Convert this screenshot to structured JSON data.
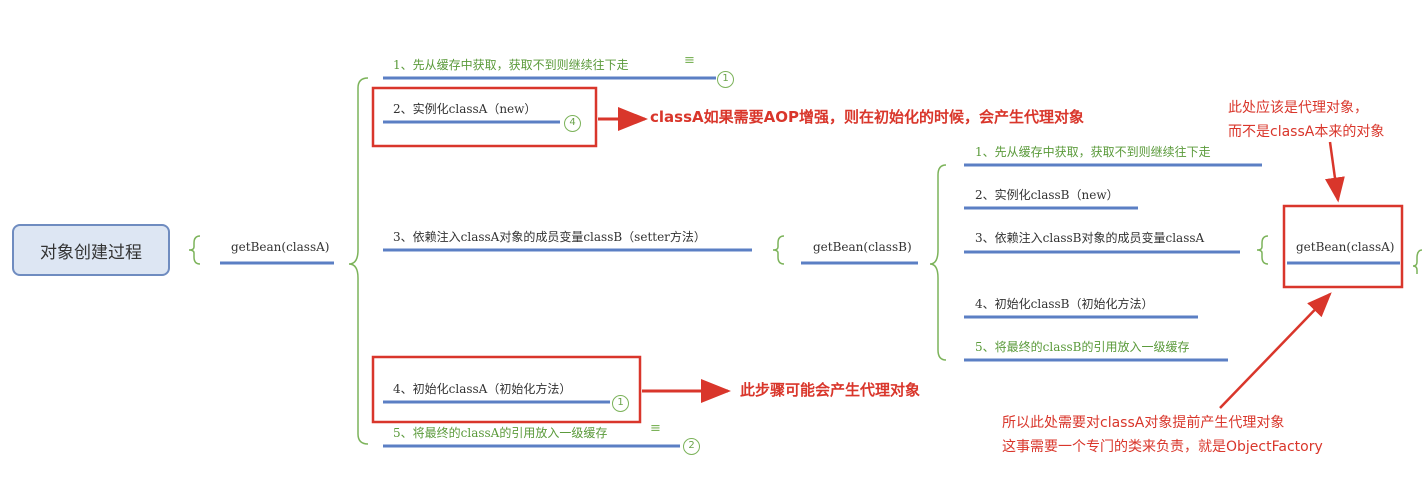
{
  "root": {
    "label": "对象创建过程"
  },
  "level1": {
    "label": "getBean(classA)"
  },
  "stepsA": [
    {
      "label": "1、先从缓存中获取，获取不到则继续往下走",
      "badge": "1",
      "note": true
    },
    {
      "label": "2、实例化classA（new）",
      "badge": "4"
    },
    {
      "label": "3、依赖注入classA对象的成员变量classB（setter方法）"
    },
    {
      "label": "4、初始化classA（初始化方法）",
      "badge": "1"
    },
    {
      "label": "5、将最终的classA的引用放入一级缓存",
      "badge": "2",
      "note": true
    }
  ],
  "level2": {
    "label": "getBean(classB)"
  },
  "stepsB": [
    {
      "label": "1、先从缓存中获取，获取不到则继续往下走"
    },
    {
      "label": "2、实例化classB（new）"
    },
    {
      "label": "3、依赖注入classB对象的成员变量classA"
    },
    {
      "label": "4、初始化classB（初始化方法）"
    },
    {
      "label": "5、将最终的classB的引用放入一级缓存"
    }
  ],
  "level3": {
    "label": "getBean(classA)"
  },
  "annotations": {
    "aop": "classA如果需要AOP增强，则在初始化的时候，会产生代理对象",
    "proxy_step": "此步骤可能会产生代理对象",
    "should_line1": "此处应该是代理对象，",
    "should_line2": "而不是classA本来的对象",
    "early_line1": "所以此处需要对classA对象提前产生代理对象",
    "early_line2": "这事需要一个专门的类来负责，就是ObjectFactory"
  },
  "colors": {
    "accent_red": "#d9362b",
    "branch_green": "#7cb35a",
    "underline_blue": "#5b7fc4"
  }
}
